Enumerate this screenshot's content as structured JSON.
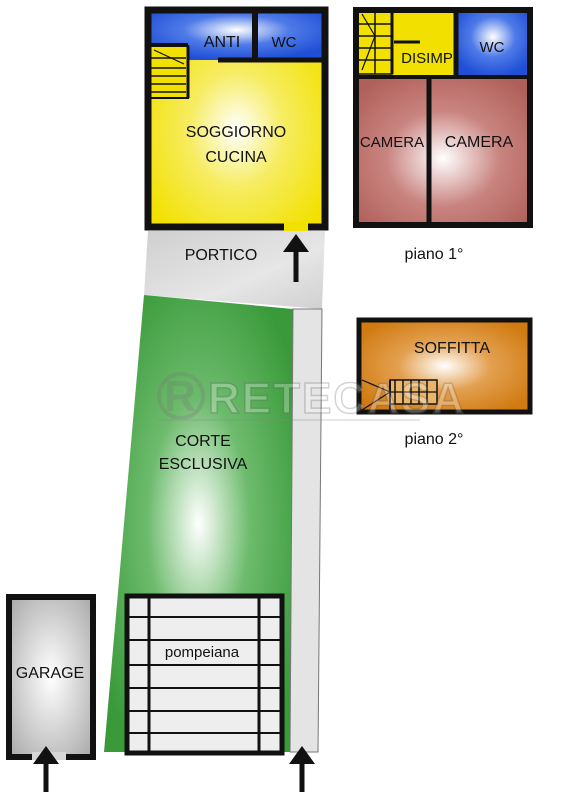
{
  "rooms": {
    "anti": "ANTI",
    "wc_ground": "WC",
    "soggiorno_line1": "SOGGIORNO",
    "soggiorno_line2": "CUCINA",
    "portico": "PORTICO",
    "corte_line1": "CORTE",
    "corte_line2": "ESCLUSIVA",
    "pompeiana": "pompeiana",
    "garage": "GARAGE",
    "disimp": "DISIMP",
    "wc_first": "WC",
    "camera_left": "CAMERA",
    "camera_right": "CAMERA",
    "soffitta": "SOFFITTA"
  },
  "floors": {
    "first": "piano 1°",
    "second": "piano 2°"
  },
  "watermark": {
    "logo_letter": "R",
    "brand": "RETECASA"
  },
  "colors": {
    "wall": "#111111",
    "blue": "#1f4fd6",
    "yellow": "#f2e100",
    "green": "#3a9a3a",
    "grey": "#c8c8c8",
    "brown_red": "#b0605a",
    "orange": "#d07a10"
  }
}
